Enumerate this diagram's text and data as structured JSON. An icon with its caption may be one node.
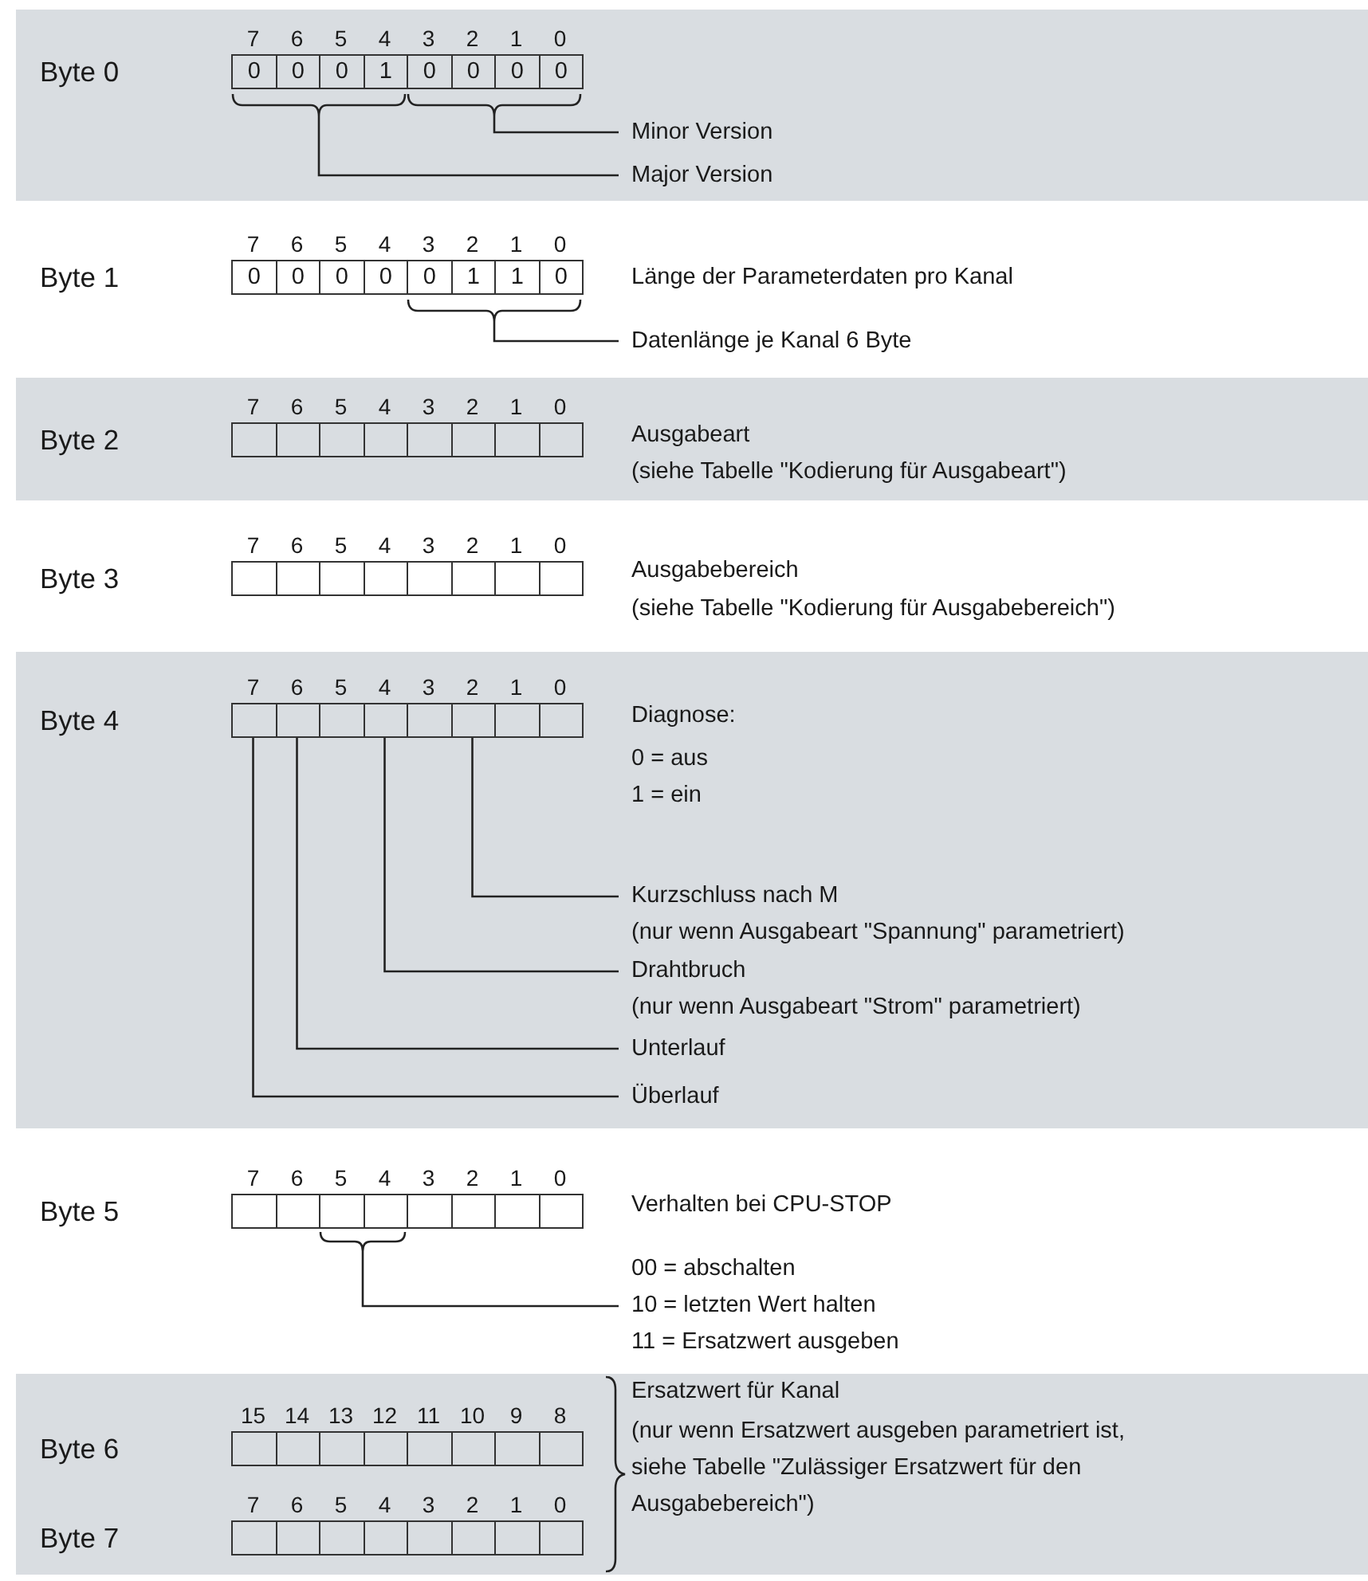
{
  "diagram": {
    "nodes": [
      {
        "text": [
          "0"
        ]
      },
      {
        "text": [
          "0"
        ]
      },
      {
        "text": [
          "0"
        ]
      },
      {
        "text": [
          "1"
        ]
      },
      {
        "text": [
          "0"
        ]
      },
      {
        "text": [
          "0"
        ]
      },
      {
        "text": [
          "0"
        ]
      },
      {
        "text": [
          "0"
        ]
      },
      {
        "text": [],
        "shape": "bracket"
      },
      {
        "text": [],
        "shape": "bracket"
      },
      {
        "text": [
          "Minor Version"
        ]
      },
      {
        "text": [
          "Major Version"
        ]
      },
      {
        "text": [
          "0"
        ]
      },
      {
        "text": [
          "0"
        ]
      },
      {
        "text": [
          "0"
        ]
      },
      {
        "text": [
          "0"
        ]
      },
      {
        "text": [
          "0"
        ]
      },
      {
        "text": [
          "1"
        ]
      },
      {
        "text": [
          "1"
        ]
      },
      {
        "text": [
          "0"
        ]
      },
      {
        "text": [],
        "shape": "bracket"
      },
      {
        "text": [
          "Datenlänge je Kanal 6 Byte"
        ]
      },
      {
        "text": [],
        "shape": "box"
      },
      {
        "text": [],
        "shape": "box"
      },
      {
        "text": [],
        "shape": "box"
      },
      {
        "text": [],
        "shape": "box"
      },
      {
        "text": [],
        "shape": "box"
      },
      {
        "text": [],
        "shape": "box"
      },
      {
        "text": [],
        "shape": "box"
      },
      {
        "text": [],
        "shape": "box"
      },
      {
        "text": [],
        "shape": "box"
      },
      {
        "text": [],
        "shape": "box"
      },
      {
        "text": [],
        "shape": "box"
      },
      {
        "text": [],
        "shape": "box"
      },
      {
        "text": [],
        "shape": "box"
      },
      {
        "text": [],
        "shape": "box"
      },
      {
        "text": [],
        "shape": "box"
      },
      {
        "text": [],
        "shape": "box"
      },
      {
        "text": [],
        "shape": "box"
      },
      {
        "text": [],
        "shape": "box"
      },
      {
        "text": [],
        "shape": "box"
      },
      {
        "text": [],
        "shape": "box"
      },
      {
        "text": [],
        "shape": "box"
      },
      {
        "text": [],
        "shape": "box"
      },
      {
        "text": [],
        "shape": "box"
      },
      {
        "text": [],
        "shape": "box"
      },
      {
        "text": [
          "Kurzschluss nach M",
          "(nur wenn Ausgabeart \"Spannung\" parametriert)"
        ]
      },
      {
        "text": [
          "Drahtbruch",
          "(nur wenn Ausgabeart \"Strom\" parametriert)"
        ]
      },
      {
        "text": [
          "Unterlauf"
        ]
      },
      {
        "text": [
          "Überlauf"
        ]
      },
      {
        "text": [],
        "shape": "box"
      },
      {
        "text": [],
        "shape": "box"
      },
      {
        "text": [],
        "shape": "box"
      },
      {
        "text": [],
        "shape": "box"
      },
      {
        "text": [],
        "shape": "box"
      },
      {
        "text": [],
        "shape": "box"
      },
      {
        "text": [],
        "shape": "box"
      },
      {
        "text": [],
        "shape": "box"
      },
      {
        "text": [],
        "shape": "bracket"
      },
      {
        "text": [
          "00 = abschalten",
          "10 = letzten Wert halten",
          "11 = Ersatzwert ausgeben"
        ]
      },
      {
        "text": [],
        "shape": "box"
      },
      {
        "text": [],
        "shape": "box"
      },
      {
        "text": [],
        "shape": "box"
      },
      {
        "text": [],
        "shape": "box"
      },
      {
        "text": [],
        "shape": "box"
      },
      {
        "text": [],
        "shape": "box"
      },
      {
        "text": [],
        "shape": "box"
      },
      {
        "text": [],
        "shape": "box"
      },
      {
        "text": [],
        "shape": "box"
      },
      {
        "text": [],
        "shape": "box"
      },
      {
        "text": [],
        "shape": "box"
      },
      {
        "text": [],
        "shape": "box"
      },
      {
        "text": [],
        "shape": "box"
      },
      {
        "text": [],
        "shape": "box"
      },
      {
        "text": [],
        "shape": "box"
      },
      {
        "text": [],
        "shape": "box"
      }
    ],
    "edges": [
      {
        "from": 10,
        "to": 9,
        "arrow": "none"
      },
      {
        "from": 11,
        "to": 8,
        "arrow": "none"
      },
      {
        "from": 21,
        "to": 20,
        "arrow": "none"
      },
      {
        "from": 46,
        "to": 43,
        "arrow": "none"
      },
      {
        "from": 47,
        "to": 41,
        "arrow": "none"
      },
      {
        "from": 48,
        "to": 39,
        "arrow": "none"
      },
      {
        "from": 49,
        "to": 38,
        "arrow": "none"
      },
      {
        "from": 59,
        "to": 58,
        "arrow": "none"
      }
    ],
    "labels": [
      "7",
      "6",
      "5",
      "4",
      "3",
      "2",
      "1",
      "0",
      "Byte 0",
      "7",
      "6",
      "5",
      "4",
      "3",
      "2",
      "1",
      "0",
      "Byte 1",
      "Länge der Parameterdaten pro Kanal",
      "7",
      "6",
      "5",
      "4",
      "3",
      "2",
      "1",
      "0",
      "Byte 2",
      "Ausgabeart",
      "(siehe Tabelle \"Kodierung für Ausgabeart\")",
      "7",
      "6",
      "5",
      "4",
      "3",
      "2",
      "1",
      "0",
      "Byte 3",
      "Ausgabebereich",
      "(siehe Tabelle \"Kodierung für Ausgabebereich\")",
      "7",
      "6",
      "5",
      "4",
      "3",
      "2",
      "1",
      "0",
      "Byte 4",
      "Diagnose:",
      "0 = aus",
      "1 = ein",
      "7",
      "6",
      "5",
      "4",
      "3",
      "2",
      "1",
      "0",
      "Byte 5",
      "Verhalten bei CPU-STOP",
      "15",
      "14",
      "13",
      "12",
      "11",
      "10",
      "9",
      "8",
      "Byte 6",
      "Ersatzwert für Kanal",
      "(nur wenn Ersatzwert ausgeben parametriert ist, siehe Tabelle \"Zulässiger Ersatzwert für den Ausgabebereich\")",
      "7",
      "6",
      "5",
      "4",
      "3",
      "2",
      "1",
      "0",
      "Byte 7"
    ]
  }
}
